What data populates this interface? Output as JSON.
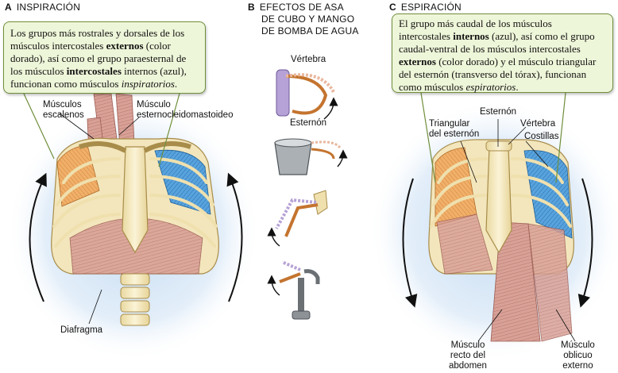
{
  "panel_a": {
    "letter": "A",
    "title": "INSPIRACIÓN",
    "callout": {
      "t1": "Los grupos más rostrales y dorsales de los",
      "t2": "músculos intercostales ",
      "t2b": "externos",
      "t2c": " (color",
      "t3": "dorado), así como el grupo paraesternal de",
      "t4": "los músculos ",
      "t4b": "intercostales",
      "t4c": " internos (azul),",
      "t5": "funcionan como músculos ",
      "t5i": "inspiratorios",
      "t5e": "."
    },
    "labels": {
      "escalenos_1": "Músculos",
      "escalenos_2": "escalenos",
      "ecm_1": "Músculo",
      "ecm_2": "esternocleidomastoideo",
      "diafragma": "Diafragma"
    }
  },
  "panel_b": {
    "letter": "B",
    "title_1": "EFECTOS DE ASA",
    "title_2": "DE CUBO Y MANGO",
    "title_3": "DE BOMBA DE AGUA",
    "labels": {
      "vertebra": "Vértebra",
      "esternon": "Esternón"
    }
  },
  "panel_c": {
    "letter": "C",
    "title": "ESPIRACIÓN",
    "callout": {
      "t1": "El grupo más caudal de los músculos",
      "t2": "intercostales ",
      "t2b": "internos",
      "t2c": " (azul), así como el grupo",
      "t3": "caudal-ventral de los músculos intercostales",
      "t4b": "externos",
      "t4c": " (color dorado) y el músculo triangular",
      "t5": "del esternón (transverso del tórax), funcionan",
      "t6": "como músculos ",
      "t6i": "espiratorios",
      "t6e": "."
    },
    "labels": {
      "esternon": "Esternón",
      "triangular_1": "Triangular",
      "triangular_2": "del esternón",
      "vertebra": "Vértebra",
      "costillas": "Costillas",
      "recto_1": "Músculo",
      "recto_2": "recto del",
      "recto_3": "abdomen",
      "obliquo_1": "Músculo",
      "obliquo_2": "oblicuo",
      "obliquo_3": "externo"
    }
  },
  "colors": {
    "callout_bg": "#eef6d9",
    "callout_border": "#6f8f3c",
    "glow": "#cfe3f5",
    "bone": "#f6ebc4",
    "bone_edge": "#b79b55",
    "muscle": "#d59a91",
    "gold": "#e9a45f",
    "blue": "#3d8fd1"
  }
}
